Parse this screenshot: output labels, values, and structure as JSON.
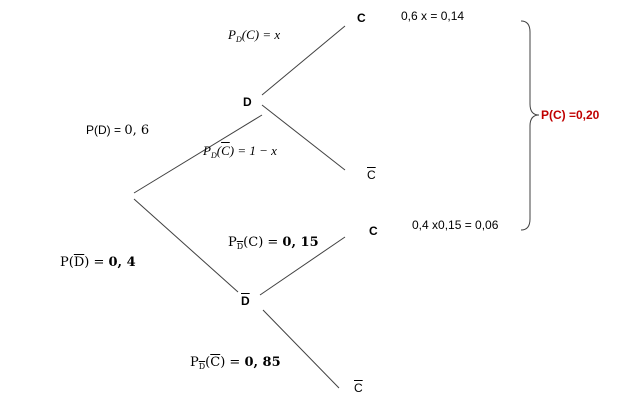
{
  "colors": {
    "line": "#404040",
    "result": "#c00000"
  },
  "root": {
    "p_d": {
      "prefix": "P(D) = ",
      "value": "0, 6"
    },
    "p_dbar": {
      "p": "P(",
      "event": "D",
      "close": ") = ",
      "value": "0, 4"
    }
  },
  "nodes": {
    "d": "D",
    "dbar": "D",
    "c_top": "C",
    "cbar_top": "C",
    "c_low": "C",
    "cbar_low": "C"
  },
  "branches": {
    "pd_c": {
      "p": "P",
      "sub": "D",
      "arg": "(C) = x"
    },
    "pd_cbar": {
      "p": "P",
      "sub": "D",
      "open": "(",
      "event": "C",
      "rest": ") = 1 − x"
    },
    "pdbar_c": {
      "p": "P",
      "sub": "D",
      "arg": "(C) = ",
      "value": "0, 15"
    },
    "pdbar_cbar": {
      "p": "P",
      "sub": "D",
      "open": "(",
      "event": "C",
      "close": ") = ",
      "value": "0, 85"
    }
  },
  "results": {
    "top": "0,6 x = 0,14",
    "low": "0,4 x0,15 = 0,06",
    "total": "P(C) =0,20"
  }
}
